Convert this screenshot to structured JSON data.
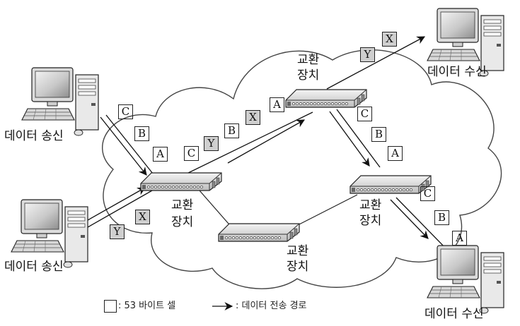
{
  "hosts": {
    "sender_top_label": "데이터 송신",
    "sender_bottom_label": "데이터 송신",
    "receiver_top_label": "데이터 수신",
    "receiver_bottom_label": "데이터 수신"
  },
  "switches": {
    "left_label": "교환\n장치",
    "top_label": "교환\n장치",
    "right_label": "교환\n장치",
    "bottom_label": "교환\n장치"
  },
  "cells": {
    "sender_top": [
      "C",
      "B",
      "A"
    ],
    "sender_bottom": [
      "X",
      "Y"
    ],
    "left_to_top": [
      "C",
      "Y",
      "B",
      "X",
      "A"
    ],
    "top_to_receiver": [
      "Y",
      "X"
    ],
    "top_to_right": [
      "C",
      "B",
      "A"
    ],
    "right_to_receiver": [
      "C",
      "B",
      "A"
    ]
  },
  "legend": {
    "cell_text": ": 53 바이트 셀",
    "path_text": ": 데이터 전송 경로"
  }
}
